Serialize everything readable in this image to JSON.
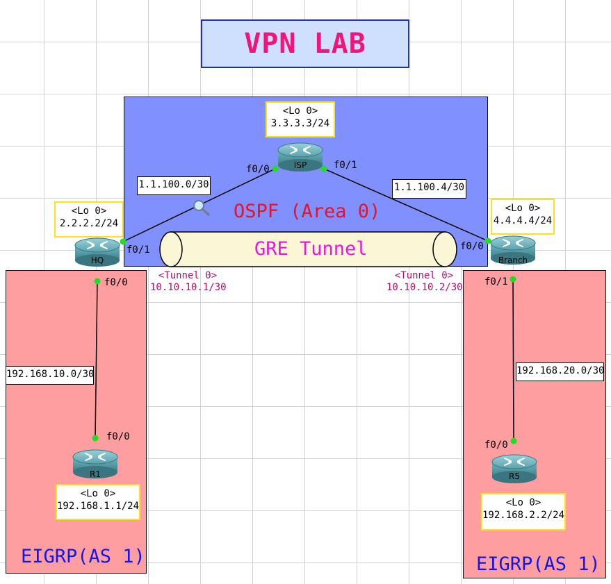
{
  "title": "VPN LAB",
  "areas": {
    "ospf": "OSPF (Area 0)",
    "eigrp_left": "EIGRP(AS 1)",
    "eigrp_right": "EIGRP(AS 1)"
  },
  "tunnel": {
    "label": "GRE Tunnel",
    "hq_side": {
      "name": "<Tunnel 0>",
      "ip": "10.10.10.1/30"
    },
    "branch_side": {
      "name": "<Tunnel 0>",
      "ip": "10.10.10.2/30"
    }
  },
  "routers": {
    "isp": {
      "name": "ISP",
      "lo_name": "<Lo 0>",
      "lo_ip": "3.3.3.3/24"
    },
    "hq": {
      "name": "HQ",
      "lo_name": "<Lo 0>",
      "lo_ip": "2.2.2.2/24"
    },
    "branch": {
      "name": "Branch",
      "lo_name": "<Lo 0>",
      "lo_ip": "4.4.4.4/24"
    },
    "r1": {
      "name": "R1",
      "lo_name": "<Lo 0>",
      "lo_ip": "192.168.1.1/24"
    },
    "r5": {
      "name": "R5",
      "lo_name": "<Lo 0>",
      "lo_ip": "192.168.2.2/24"
    }
  },
  "networks": {
    "hq_isp": "1.1.100.0/30",
    "isp_branch": "1.1.100.4/30",
    "hq_r1": "192.168.10.0/30",
    "branch_r5": "192.168.20.0/30"
  },
  "interfaces": {
    "isp_left": "f0/0",
    "isp_right": "f0/1",
    "hq_isp": "f0/1",
    "hq_r1": "f0/0",
    "r1_hq": "f0/0",
    "branch_isp": "f0/0",
    "branch_r5": "f0/1",
    "r5_branch": "f0/0"
  },
  "colors": {
    "ospf_area": "#8090ff",
    "eigrp_area": "#ff9ea0",
    "title_bg": "#cfe0ff",
    "title_text": "#f0157a",
    "link_dot": "#22dd22",
    "router": "#4f9aa6"
  }
}
